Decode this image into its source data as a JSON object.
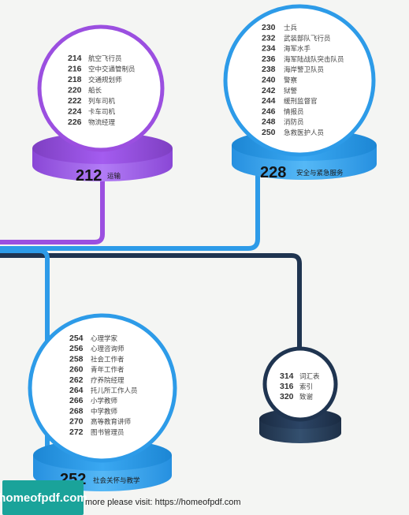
{
  "nodes": {
    "transport": {
      "code": "212",
      "label": "运输",
      "items": [
        {
          "num": "214",
          "label": "航空飞行员"
        },
        {
          "num": "216",
          "label": "空中交通管制员"
        },
        {
          "num": "218",
          "label": "交通规划师"
        },
        {
          "num": "220",
          "label": "船长"
        },
        {
          "num": "222",
          "label": "列车司机"
        },
        {
          "num": "224",
          "label": "卡车司机"
        },
        {
          "num": "226",
          "label": "物流经理"
        }
      ]
    },
    "safety": {
      "code": "228",
      "label": "安全与紧急服务",
      "items": [
        {
          "num": "230",
          "label": "士兵"
        },
        {
          "num": "232",
          "label": "武装部队飞行员"
        },
        {
          "num": "234",
          "label": "海军水手"
        },
        {
          "num": "236",
          "label": "海军陆战队突击队员"
        },
        {
          "num": "238",
          "label": "海岸警卫队员"
        },
        {
          "num": "240",
          "label": "警察"
        },
        {
          "num": "242",
          "label": "狱警"
        },
        {
          "num": "244",
          "label": "缓刑监督官"
        },
        {
          "num": "246",
          "label": "情报员"
        },
        {
          "num": "248",
          "label": "消防员"
        },
        {
          "num": "250",
          "label": "急救医护人员"
        }
      ]
    },
    "social": {
      "code": "252",
      "label": "社会关怀与教学",
      "items": [
        {
          "num": "254",
          "label": "心理学家"
        },
        {
          "num": "256",
          "label": "心理咨询师"
        },
        {
          "num": "258",
          "label": "社会工作者"
        },
        {
          "num": "260",
          "label": "青年工作者"
        },
        {
          "num": "262",
          "label": "疗养院经理"
        },
        {
          "num": "264",
          "label": "托儿所工作人员"
        },
        {
          "num": "266",
          "label": "小学教师"
        },
        {
          "num": "268",
          "label": "中学教师"
        },
        {
          "num": "270",
          "label": "高等教育讲师"
        },
        {
          "num": "272",
          "label": "图书管理员"
        }
      ]
    },
    "index": {
      "items": [
        {
          "num": "314",
          "label": "词汇表"
        },
        {
          "num": "316",
          "label": "索引"
        },
        {
          "num": "320",
          "label": "致谢"
        }
      ]
    }
  },
  "colors": {
    "purple": "#9b4fe0",
    "blue": "#2d9be8",
    "navy": "#1f3450",
    "background": "#f4f5f3"
  },
  "footer": {
    "logo": "homeofpdf.com",
    "visit_text": "more please visit: https://homeofpdf.com"
  }
}
